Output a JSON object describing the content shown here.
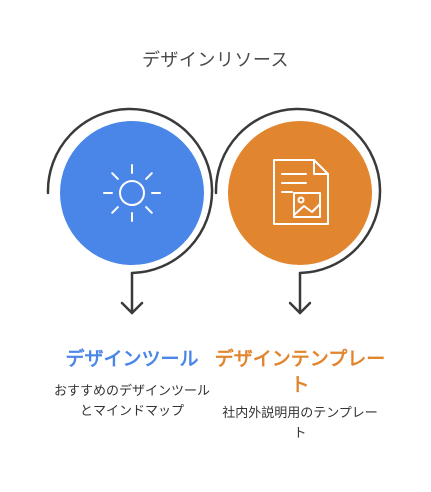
{
  "title": "デザインリソース",
  "colors": {
    "blue": "#4A86E8",
    "orange": "#E2852F",
    "outline": "#3a3a3a"
  },
  "items": [
    {
      "label": "デザインツール",
      "description": "おすすめのデザインツールとマインドマップ",
      "icon": "sun-icon"
    },
    {
      "label": "デザインテンプレート",
      "description": "社内外説明用のテンプレート",
      "icon": "document-image-icon"
    }
  ]
}
